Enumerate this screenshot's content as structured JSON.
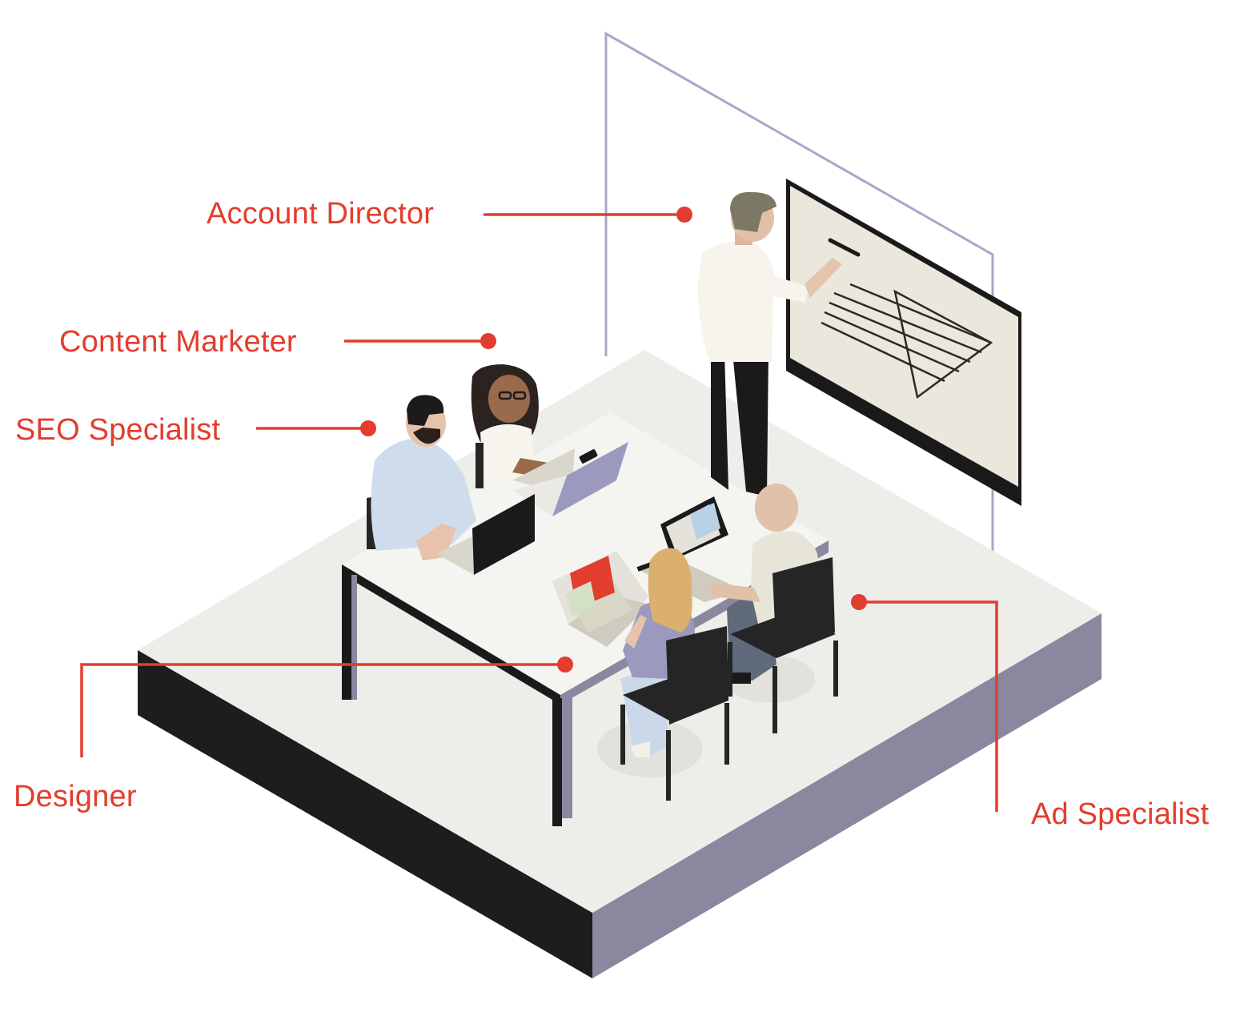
{
  "colors": {
    "accent": "#e23d2e",
    "platform_top": "#ededea",
    "platform_front": "#1e1c1d",
    "platform_side": "#8a879f",
    "glass_frame": "#a9a6c8",
    "table_top": "#f4f4f1",
    "whiteboard": "#ebe7dc",
    "chair": "#262526",
    "laptop_purple": "#9c99be"
  },
  "roles": [
    {
      "id": "account-director",
      "label": "Account Director"
    },
    {
      "id": "content-marketer",
      "label": "Content Marketer"
    },
    {
      "id": "seo-specialist",
      "label": "SEO Specialist"
    },
    {
      "id": "designer",
      "label": "Designer"
    },
    {
      "id": "ad-specialist",
      "label": "Ad Specialist"
    }
  ]
}
